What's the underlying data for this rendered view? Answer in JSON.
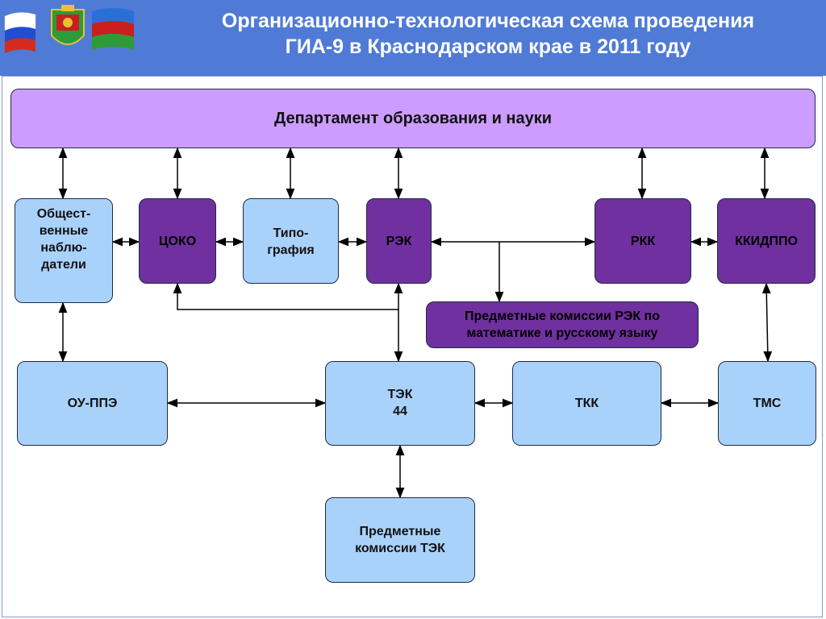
{
  "title": {
    "line1": "Организационно-технологическая схема проведения",
    "line2": "ГИА-9 в Краснодарском крае в 2011 году"
  },
  "header": {
    "logo_icon": "krasnodar-flags-emblem-icon"
  },
  "colors": {
    "header": "#4f7bd6",
    "light_box": "#a9d2fb",
    "dark_box": "#70309f",
    "top_box": "#cc9cff"
  },
  "nodes": {
    "department": "Департамент образования и науки",
    "observers": "Общест-\nвенные\nнаблю-\nдатели",
    "coko": "ЦОКО",
    "printing": "Типо-\nграфия",
    "rek": "РЭК",
    "rkk": "РКК",
    "kkidppo": "ККИДППО",
    "rek_commissions": "Предметные комиссии РЭК по\nматематике и русскому языку",
    "ou_ppe": "ОУ-ППЭ",
    "tek": "ТЭК\n44",
    "tkk": "ТКК",
    "tms": "ТМС",
    "tek_commissions": "Предметные\nкомиссии ТЭК"
  }
}
